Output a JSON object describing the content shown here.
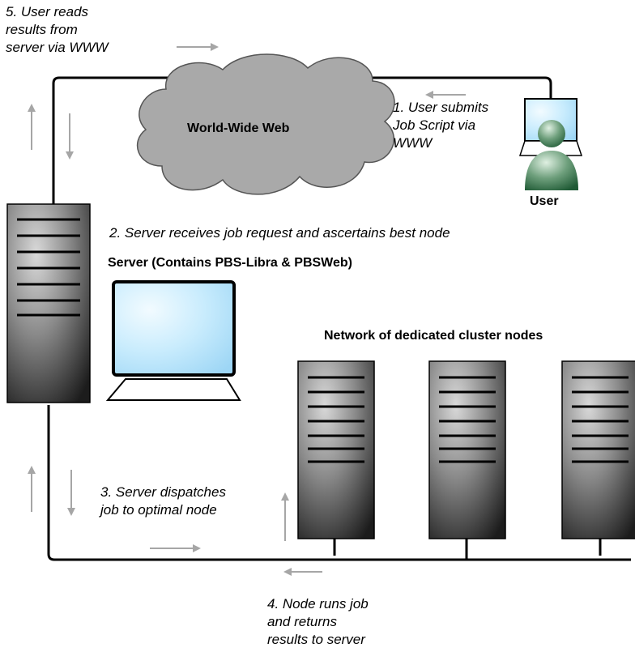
{
  "step5": "5. User reads\nresults from\nserver via WWW",
  "step1": "1. User submits\nJob Script via\nWWW",
  "step2": "2. Server receives job request and ascertains best node",
  "step3": "3. Server dispatches\njob to optimal node",
  "step4": "4. Node runs job\nand returns\nresults to server",
  "cloud_label": "World-Wide Web",
  "user_label": "User",
  "server_label": "Server (Contains PBS-Libra & PBSWeb)",
  "cluster_label": "Network of dedicated cluster nodes",
  "colors": {
    "arrow": "#a6a6a6",
    "cloud": "#a9a9a9",
    "screen": "#bfe4fa",
    "server_dark": "#1e1e1e",
    "server_light": "#d8d8d8",
    "user_figure": "#2f6b46"
  },
  "icons": [
    "cloud-icon",
    "user-workstation-icon",
    "server-tower-icon",
    "monitor-icon",
    "cluster-node-icon"
  ]
}
